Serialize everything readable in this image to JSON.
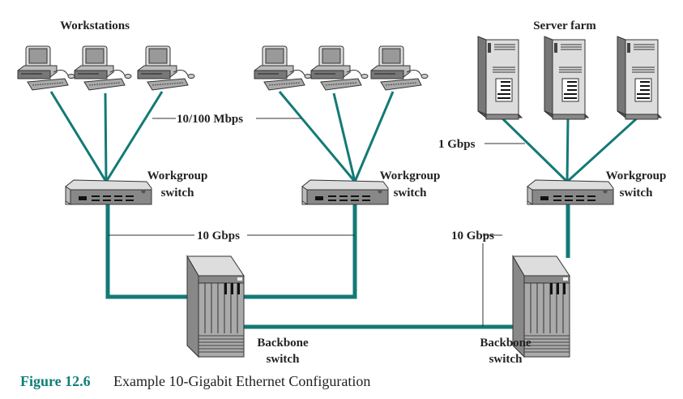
{
  "labels": {
    "workstations": "Workstations",
    "server_farm": "Server farm",
    "workgroup_switch_1": [
      "Workgroup",
      "switch"
    ],
    "workgroup_switch_2": [
      "Workgroup",
      "switch"
    ],
    "workgroup_switch_3": [
      "Workgroup",
      "switch"
    ],
    "backbone_switch_1": [
      "Backbone",
      "switch"
    ],
    "backbone_switch_2": [
      "Backbone",
      "switch"
    ]
  },
  "links": {
    "workstation_speed": "10/100 Mbps",
    "server_speed": "1 Gbps",
    "backbone_speed_left": "10 Gbps",
    "backbone_speed_right": "10 Gbps"
  },
  "caption": {
    "number": "Figure 12.6",
    "text": "Example 10-Gigabit Ethernet Configuration"
  },
  "colors": {
    "link": "#137a76",
    "figure_number": "#0f7f7a"
  }
}
